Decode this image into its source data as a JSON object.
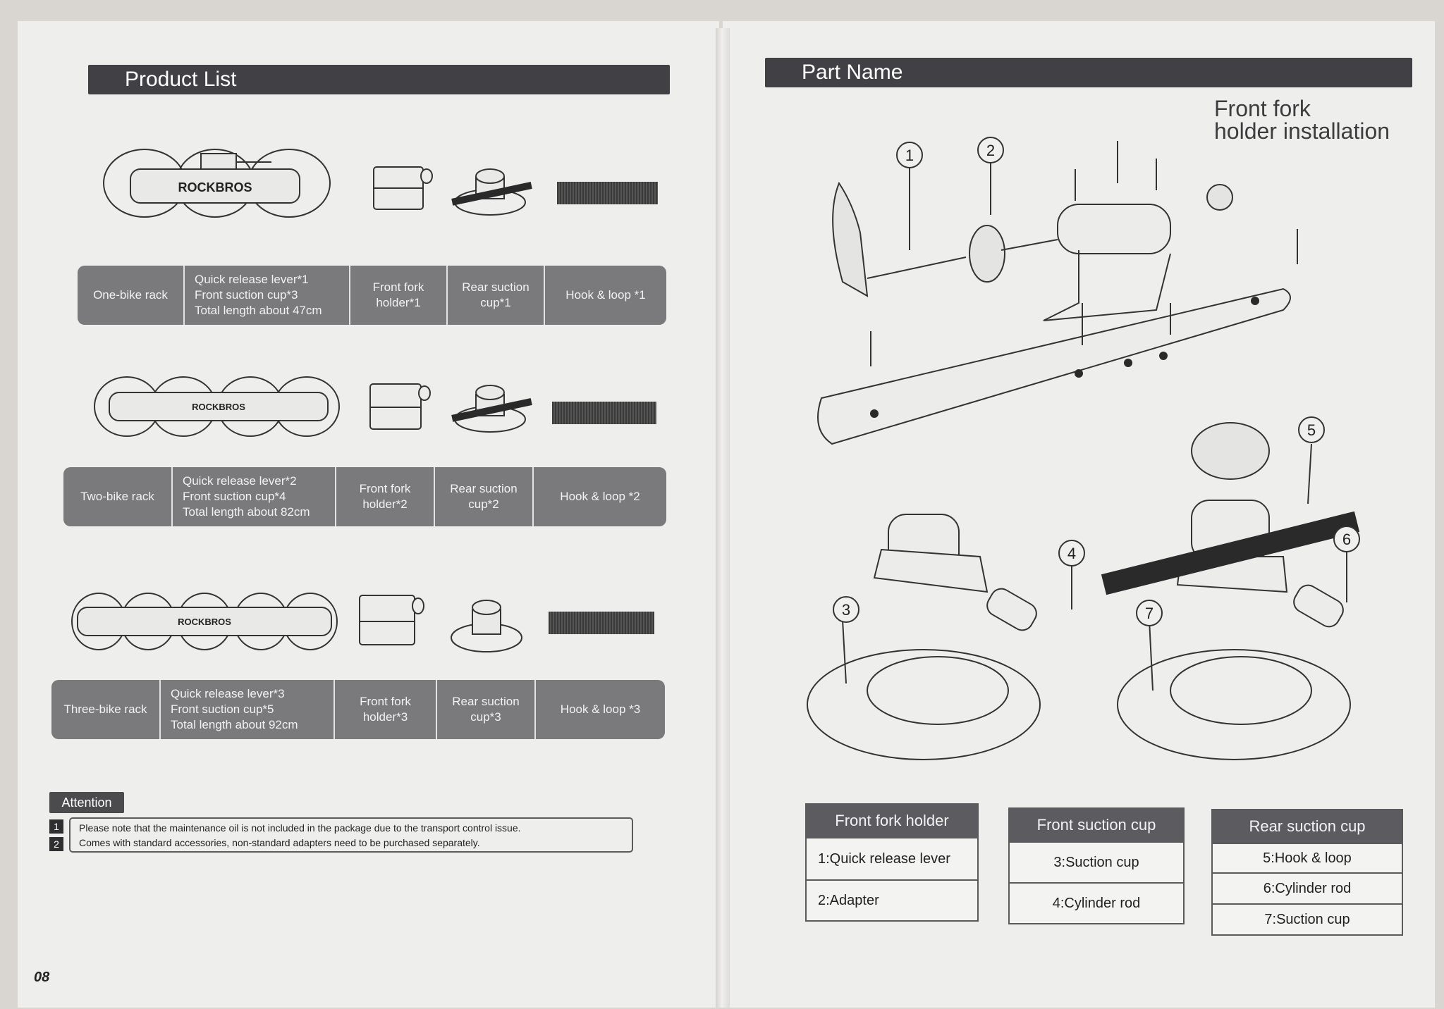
{
  "left_page": {
    "banner": "Product List",
    "brand": "ROCKBROS",
    "rows": [
      {
        "name": "One-bike rack",
        "lines": [
          "Quick release lever*1",
          "Front suction cup*3",
          "Total length about 47cm"
        ],
        "holder": [
          "Front fork",
          "holder*1"
        ],
        "rear": [
          "Rear suction",
          "cup*1"
        ],
        "hook": "Hook & loop *1"
      },
      {
        "name": "Two-bike rack",
        "lines": [
          "Quick release lever*2",
          "Front suction cup*4",
          "Total length about 82cm"
        ],
        "holder": [
          "Front fork",
          "holder*2"
        ],
        "rear": [
          "Rear suction",
          "cup*2"
        ],
        "hook": "Hook & loop *2"
      },
      {
        "name": "Three-bike rack",
        "lines": [
          "Quick release lever*3",
          "Front suction cup*5",
          "Total length about 92cm"
        ],
        "holder": [
          "Front fork",
          "holder*3"
        ],
        "rear": [
          "Rear suction",
          "cup*3"
        ],
        "hook": "Hook & loop *3"
      }
    ],
    "attention": "Attention",
    "notes": [
      {
        "num": "1",
        "text": "Please note that the maintenance oil is not included in the package due to the transport control issue."
      },
      {
        "num": "2",
        "text": "Comes with standard accessories, non-standard adapters need to be purchased separately."
      }
    ],
    "page_number": "08"
  },
  "right_page": {
    "banner": "Part Name",
    "title": [
      "Front fork",
      "holder installation"
    ],
    "callouts": [
      "1",
      "2",
      "3",
      "4",
      "5",
      "6",
      "7"
    ],
    "legends": [
      {
        "header": "Front fork holder",
        "items": [
          "1:Quick release lever",
          "2:Adapter"
        ]
      },
      {
        "header": "Front suction cup",
        "items": [
          "3:Suction cup",
          "4:Cylinder rod"
        ]
      },
      {
        "header": "Rear suction cup",
        "items": [
          "5:Hook & loop",
          "6:Cylinder rod",
          "7:Suction cup"
        ]
      }
    ]
  }
}
